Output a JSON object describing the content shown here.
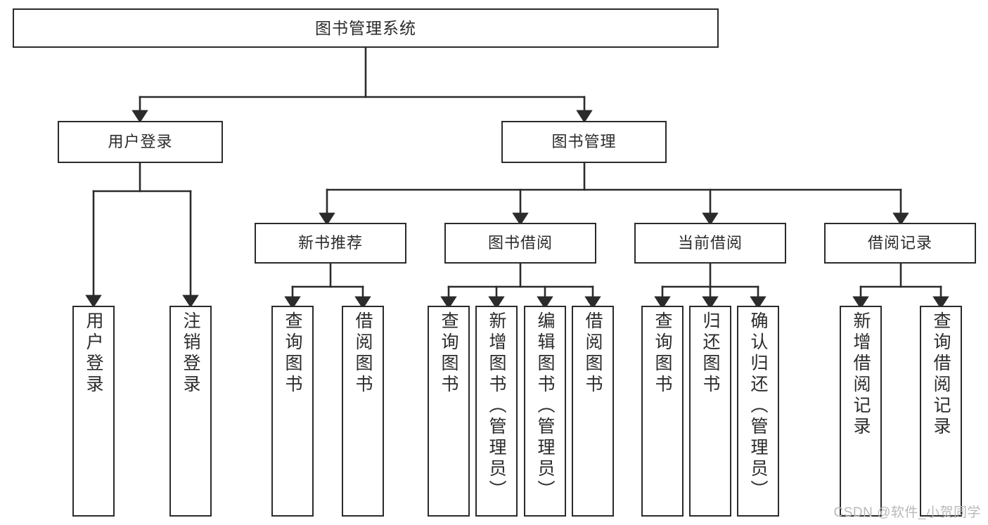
{
  "diagram": {
    "type": "hierarchy-tree",
    "title": "图书管理系统",
    "orientation": "top-down",
    "watermark": "CSDN @软件_小贺同学",
    "colors": {
      "stroke": "#2b2b2b",
      "box_fill": "#ffffff",
      "text": "#2b2b2b",
      "background": "#ffffff",
      "watermark": "#b9b9b9"
    },
    "nodes": {
      "root": {
        "label": "图书管理系统",
        "level": 1
      },
      "l2": [
        {
          "id": "user-login",
          "label": "用户登录",
          "level": 2
        },
        {
          "id": "book-manage",
          "label": "图书管理",
          "level": 2
        }
      ],
      "l3": [
        {
          "id": "new-book-recommend",
          "label": "新书推荐",
          "level": 3,
          "parent": "book-manage"
        },
        {
          "id": "book-borrow",
          "label": "图书借阅",
          "level": 3,
          "parent": "book-manage"
        },
        {
          "id": "current-borrow",
          "label": "当前借阅",
          "level": 3,
          "parent": "book-manage"
        },
        {
          "id": "borrow-record",
          "label": "借阅记录",
          "level": 3,
          "parent": "book-manage"
        }
      ],
      "leaves": [
        {
          "id": "leaf-user-login",
          "label": "用户登录",
          "parent": "user-login"
        },
        {
          "id": "leaf-user-logout",
          "label": "注销登录",
          "parent": "user-login"
        },
        {
          "id": "leaf-query-book-1",
          "label": "查询图书",
          "parent": "new-book-recommend"
        },
        {
          "id": "leaf-borrow-book-1",
          "label": "借阅图书",
          "parent": "new-book-recommend"
        },
        {
          "id": "leaf-query-book-2",
          "label": "查询图书",
          "parent": "book-borrow"
        },
        {
          "id": "leaf-add-book",
          "label": "新增图书（管理员）",
          "parent": "book-borrow"
        },
        {
          "id": "leaf-edit-book",
          "label": "编辑图书（管理员）",
          "parent": "book-borrow"
        },
        {
          "id": "leaf-borrow-book-2",
          "label": "借阅图书",
          "parent": "book-borrow"
        },
        {
          "id": "leaf-query-book-3",
          "label": "查询图书",
          "parent": "current-borrow"
        },
        {
          "id": "leaf-return-book",
          "label": "归还图书",
          "parent": "current-borrow"
        },
        {
          "id": "leaf-confirm-return",
          "label": "确认归还（管理员）",
          "parent": "current-borrow"
        },
        {
          "id": "leaf-add-record",
          "label": "新增借阅记录",
          "parent": "borrow-record"
        },
        {
          "id": "leaf-query-record",
          "label": "查询借阅记录",
          "parent": "borrow-record"
        }
      ]
    }
  }
}
